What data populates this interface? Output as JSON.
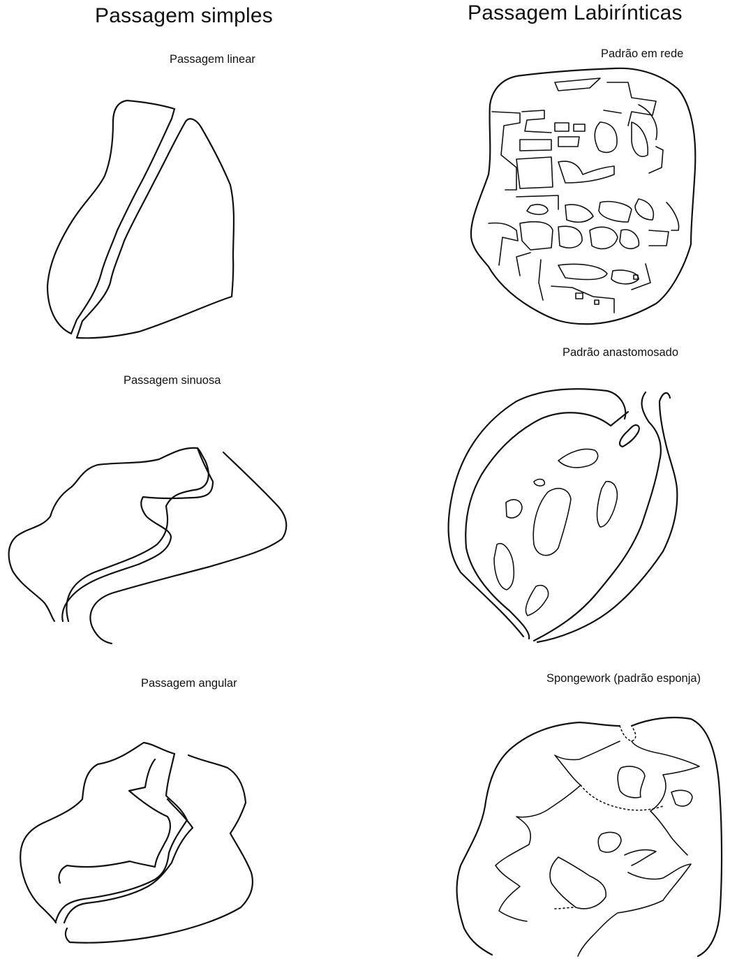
{
  "columns": {
    "left": {
      "heading": "Passagem simples",
      "items": [
        {
          "label": "Passagem linear"
        },
        {
          "label": "Passagem sinuosa"
        },
        {
          "label": "Passagem angular"
        }
      ]
    },
    "right": {
      "heading": "Passagem Labirínticas",
      "items": [
        {
          "label": "Padrão em rede"
        },
        {
          "label": "Padrão anastomosado"
        },
        {
          "label": "Spongework (padrão esponja)"
        }
      ]
    }
  }
}
